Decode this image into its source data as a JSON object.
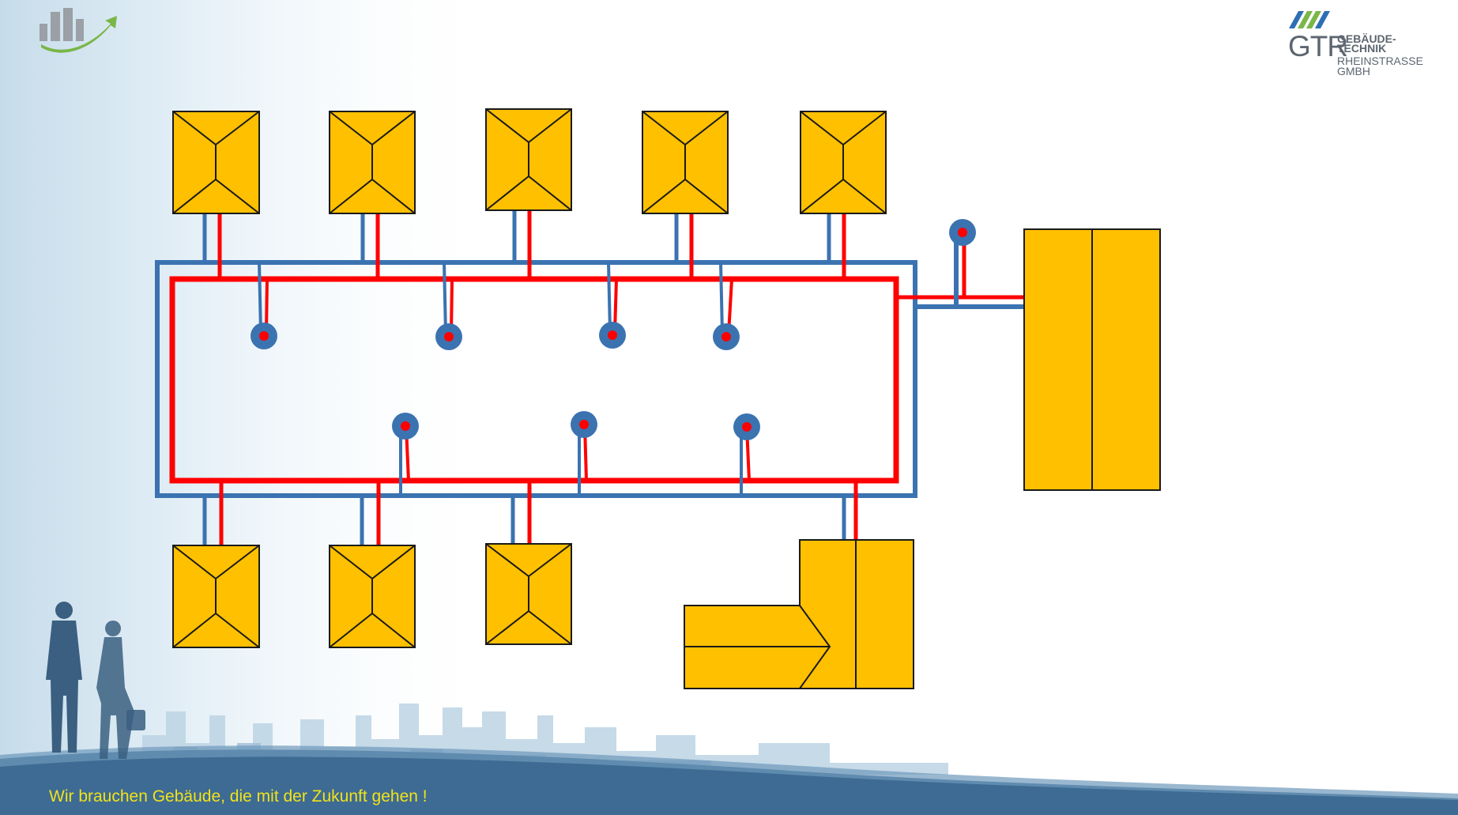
{
  "footer": {
    "slogan": "Wir brauchen Gebäude, die mit der Zukunft gehen !"
  },
  "logo": {
    "gtr": "GTR",
    "line1": "GEBÄUDE-",
    "line2": "TECHNIK",
    "line3": "RHEINSTRASSE",
    "line4": "GMBH"
  },
  "colors": {
    "building": "#ffc000",
    "supply_pipe": "#ff0000",
    "return_pipe": "#3b73b1",
    "accent_green": "#7ab648"
  },
  "diagram": {
    "elements": [
      "building",
      "supply-pipe",
      "return-pipe",
      "consumer-node",
      "heating-center",
      "l-shaped-building"
    ],
    "top_buildings": 5,
    "bottom_buildings": 3,
    "consumer_nodes": 8
  }
}
